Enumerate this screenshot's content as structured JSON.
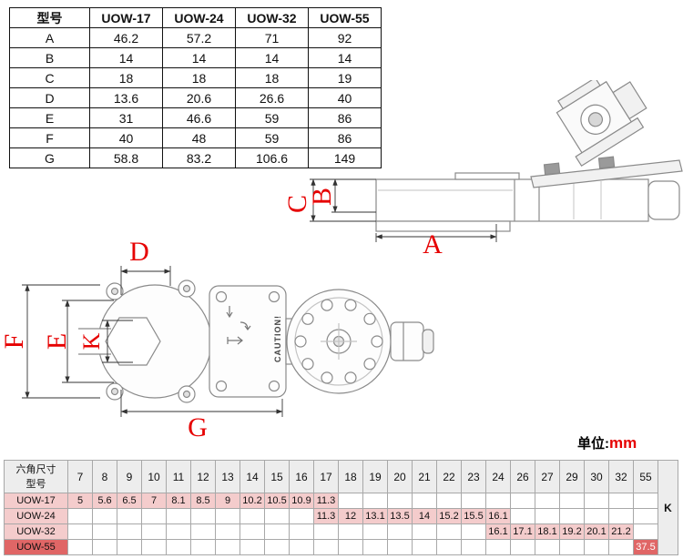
{
  "unit": {
    "label": "单位:",
    "value": "mm"
  },
  "dimensions": {
    "A": "A",
    "B": "B",
    "C": "C",
    "D": "D",
    "E": "E",
    "F": "F",
    "G": "G",
    "K": "K"
  },
  "drawing": {
    "caution": "CAUTION!"
  },
  "spec_table": {
    "headers": [
      "型号",
      "UOW-17",
      "UOW-24",
      "UOW-32",
      "UOW-55"
    ],
    "rows": [
      {
        "label": "A",
        "values": [
          "46.2",
          "57.2",
          "71",
          "92"
        ]
      },
      {
        "label": "B",
        "values": [
          "14",
          "14",
          "14",
          "14"
        ]
      },
      {
        "label": "C",
        "values": [
          "18",
          "18",
          "18",
          "19"
        ]
      },
      {
        "label": "D",
        "values": [
          "13.6",
          "20.6",
          "26.6",
          "40"
        ]
      },
      {
        "label": "E",
        "values": [
          "31",
          "46.6",
          "59",
          "86"
        ]
      },
      {
        "label": "F",
        "values": [
          "40",
          "48",
          "59",
          "86"
        ]
      },
      {
        "label": "G",
        "values": [
          "58.8",
          "83.2",
          "106.6",
          "149"
        ]
      }
    ]
  },
  "hex_table": {
    "corner_top": "六角尺寸",
    "corner_bottom": "型号",
    "k_label": "K",
    "columns": [
      "7",
      "8",
      "9",
      "10",
      "11",
      "12",
      "13",
      "14",
      "15",
      "16",
      "17",
      "18",
      "19",
      "20",
      "21",
      "22",
      "23",
      "24",
      "26",
      "27",
      "29",
      "30",
      "32",
      "55"
    ],
    "rows": [
      {
        "model": "UOW-17",
        "style": "pink",
        "values": {
          "7": "5",
          "8": "5.6",
          "9": "6.5",
          "10": "7",
          "11": "8.1",
          "12": "8.5",
          "13": "9",
          "14": "10.2",
          "15": "10.5",
          "16": "10.9",
          "17": "11.3"
        }
      },
      {
        "model": "UOW-24",
        "style": "pink",
        "values": {
          "17": "11.3",
          "18": "12",
          "19": "13.1",
          "20": "13.5",
          "21": "14",
          "22": "15.2",
          "23": "15.5",
          "24": "16.1"
        }
      },
      {
        "model": "UOW-32",
        "style": "pink",
        "values": {
          "24": "16.1",
          "26": "17.1",
          "27": "18.1",
          "29": "19.2",
          "30": "20.1",
          "32": "21.2"
        }
      },
      {
        "model": "UOW-55",
        "style": "red",
        "values": {
          "55": "37.5"
        }
      }
    ]
  },
  "colors": {
    "accent_red": "#e60000",
    "cell_pink": "#f4cccc",
    "cell_red": "#e06666",
    "header_gray": "#ededed"
  }
}
